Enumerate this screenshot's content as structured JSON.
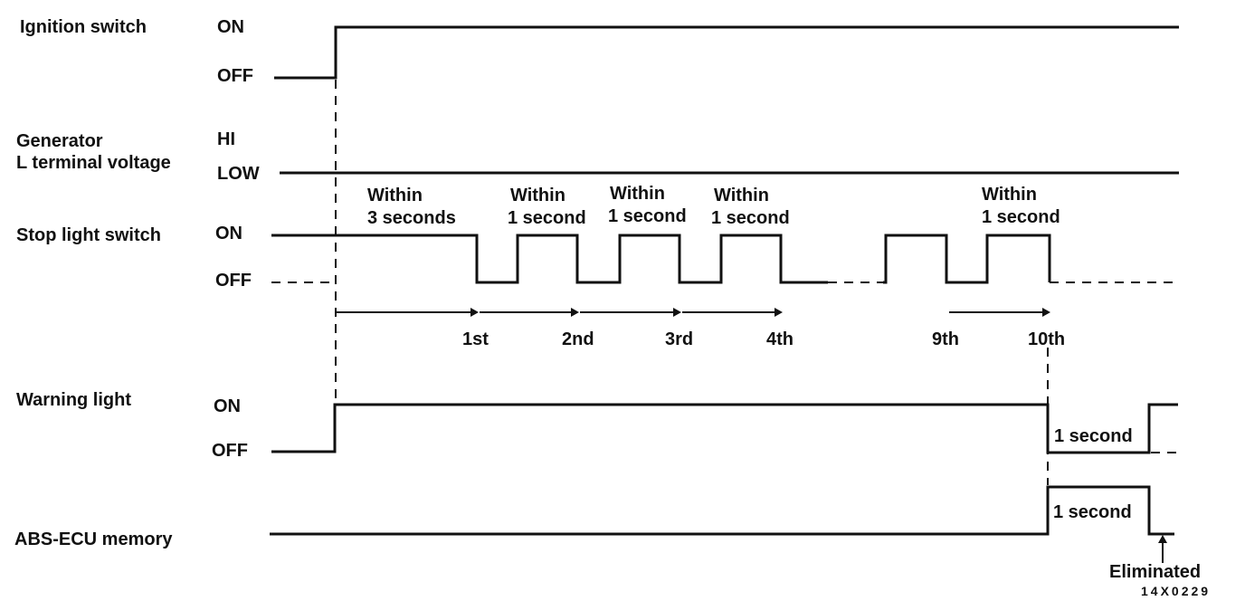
{
  "signals": {
    "ignition": {
      "name": "Ignition switch",
      "high": "ON",
      "low": "OFF"
    },
    "generator": {
      "name_line1": "Generator",
      "name_line2": "L terminal voltage",
      "high": "HI",
      "low": "LOW"
    },
    "stop_light": {
      "name": "Stop light switch",
      "high": "ON",
      "low": "OFF"
    },
    "warning": {
      "name": "Warning light",
      "high": "ON",
      "low": "OFF"
    },
    "abs": {
      "name": "ABS-ECU memory"
    }
  },
  "timing_notes": {
    "within3_line1": "Within",
    "within3_line2": "3 seconds",
    "within1a_line1": "Within",
    "within1a_line2": "1 second",
    "within1b_line1": "Within",
    "within1b_line2": "1 second",
    "within1c_line1": "Within",
    "within1c_line2": "1 second",
    "within1d_line1": "Within",
    "within1d_line2": "1 second"
  },
  "counts": [
    "1st",
    "2nd",
    "3rd",
    "4th",
    "9th",
    "10th"
  ],
  "warning_duration": "1 second",
  "abs_duration": "1 second",
  "eliminated": "Eliminated",
  "figure_code": "14X0229"
}
